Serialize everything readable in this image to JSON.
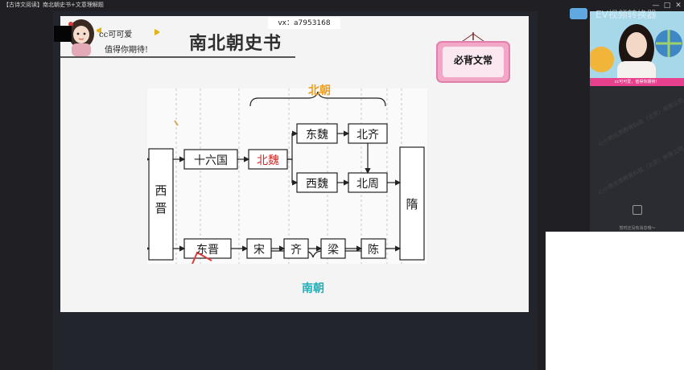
{
  "window": {
    "title": "【古诗文阅读】南北朝史书+文意理解题",
    "controls": [
      "—",
      "□",
      "✕"
    ]
  },
  "watermarks": {
    "vx": "vx：a7953168",
    "ev": "EV视频转换器",
    "side_text": "心小熊优质教育科技（北京）有限公司"
  },
  "slide": {
    "cartoon_line1": "cc可可爱",
    "cartoon_line2": "值得你期待!",
    "title": "南北朝史书",
    "frame_text": "必背文常",
    "diagram": {
      "north_label": "北朝",
      "south_label": "南朝",
      "nodes": {
        "xijin": "西\n晋",
        "shiliuguo": "十六国",
        "beiwei": "北魏",
        "dongwei": "东魏",
        "beiqi": "北齐",
        "xiwei": "西魏",
        "beizhou": "北周",
        "sui": "隋",
        "dongjin": "东晋",
        "song": "宋",
        "qi": "齐",
        "liang": "梁",
        "chen": "陈"
      }
    },
    "colors": {
      "north": "#f0a020",
      "south": "#22b0b8",
      "highlight": "#d02a2a",
      "frame": "#e98bb5"
    }
  },
  "webcam": {
    "caption": "cc可可爱，值得你期待！"
  },
  "chat": {
    "placeholder": "暂时还没有消息哦～"
  }
}
